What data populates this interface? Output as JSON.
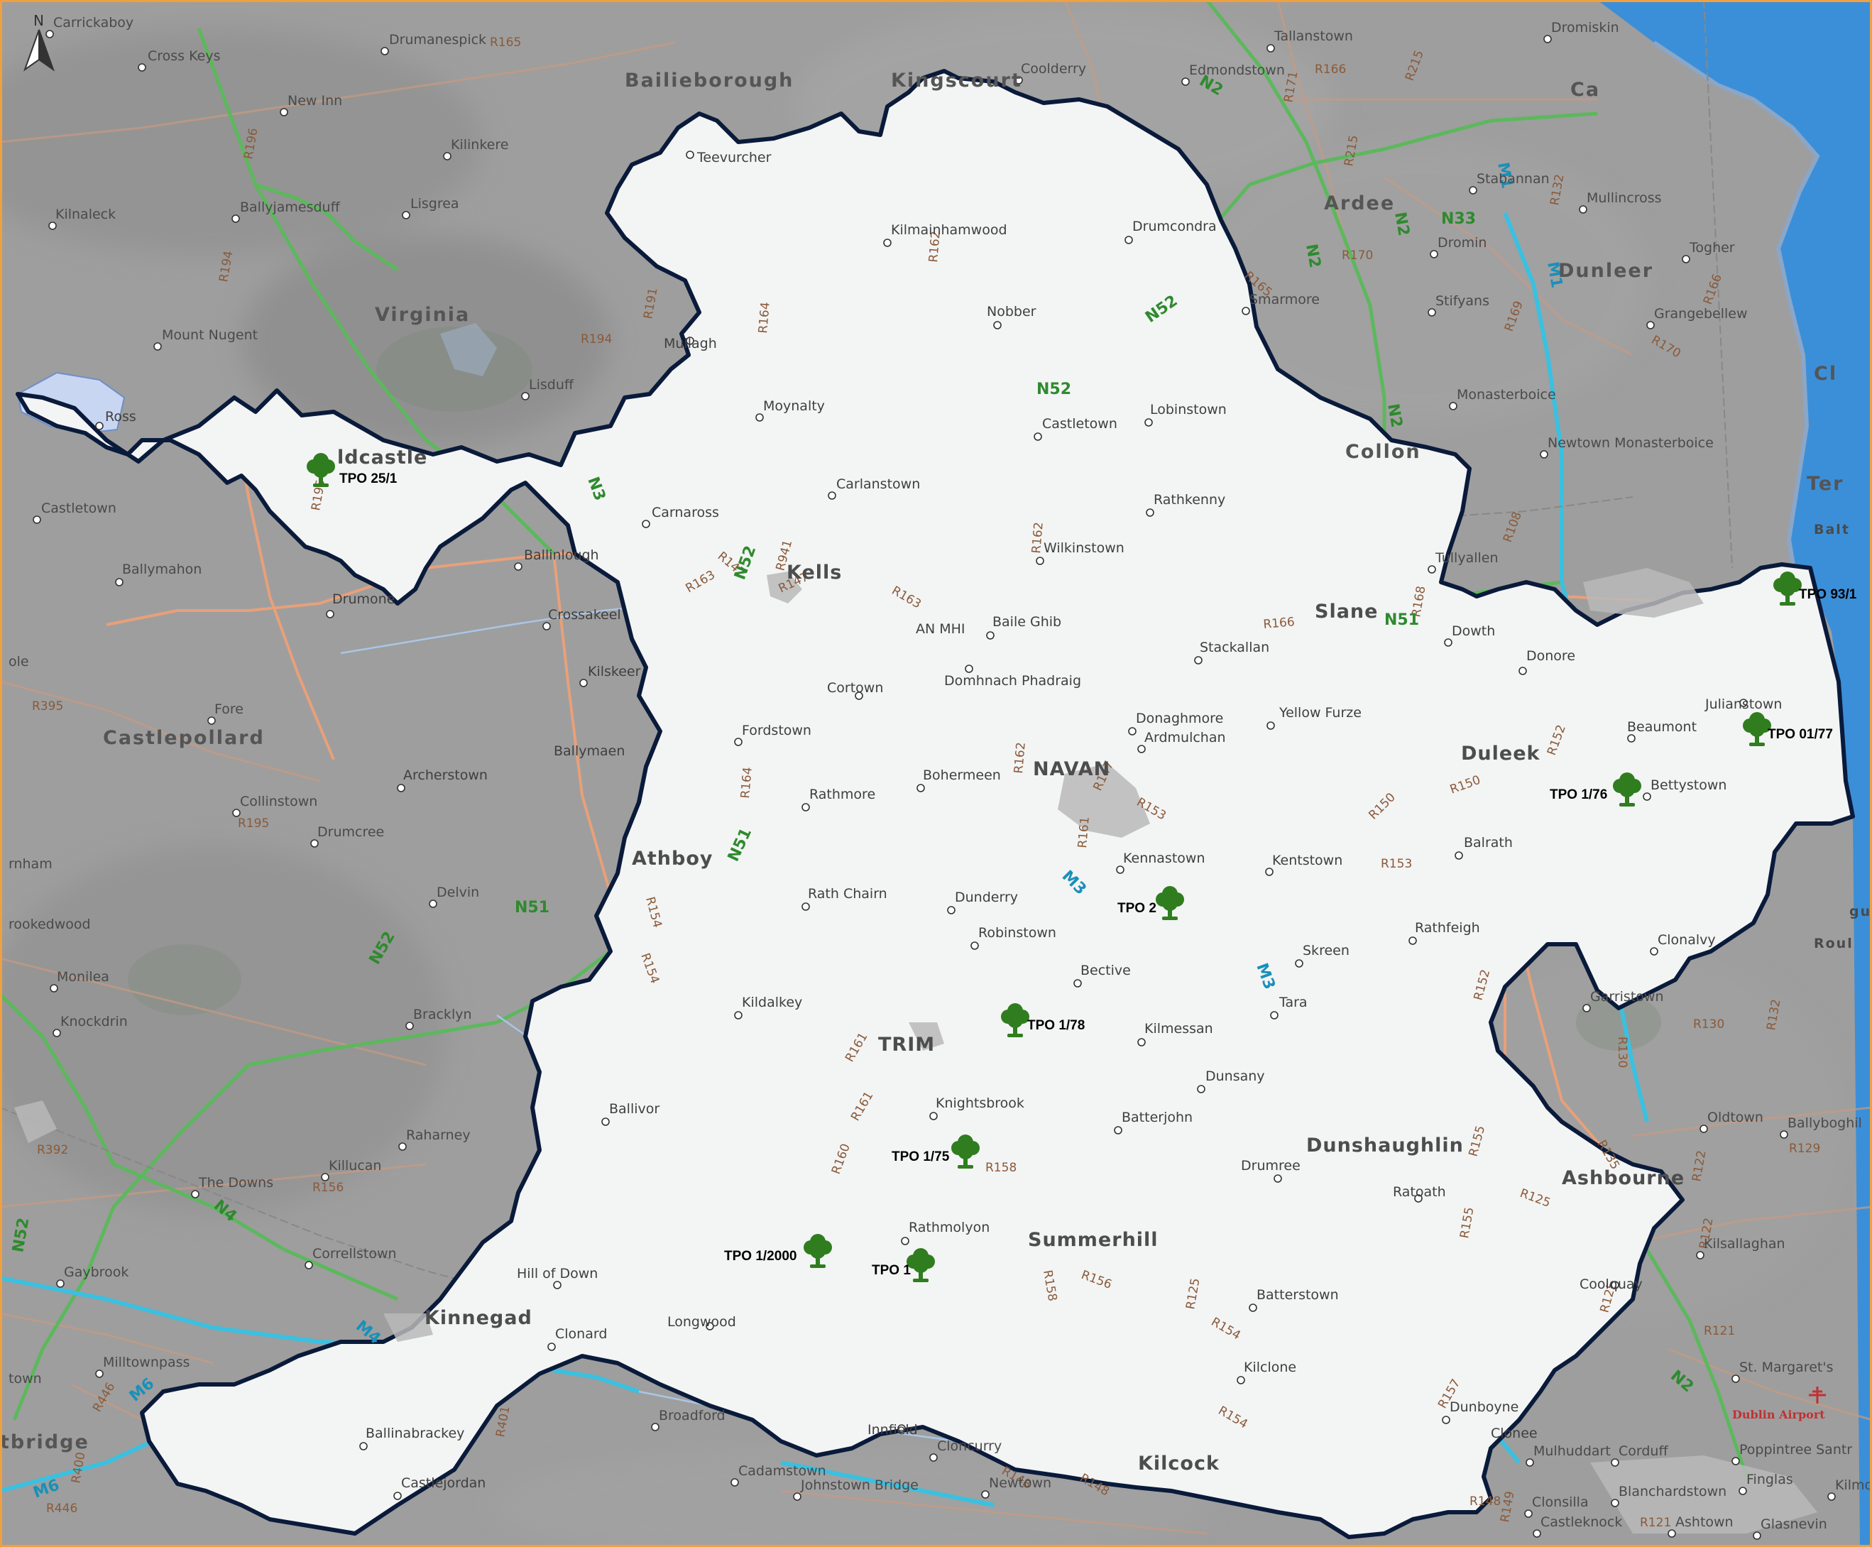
{
  "north_arrow": {
    "label": "N"
  },
  "colors": {
    "outside": "#9a9a9a",
    "inside": "#f4f5f5",
    "boundary": "#0a1a3a",
    "sea": "#3b8fd8",
    "lake": "#c9d6f2",
    "r_road": "#e8a07a",
    "n_road": "#5cb85c",
    "motorway": "#3bc0e0",
    "tree": "#2f7d1f",
    "railway": "#888888"
  },
  "tpo_markers": [
    {
      "id": "tpo-25-1",
      "label": "TPO 25/1"
    },
    {
      "id": "tpo-93-1",
      "label": "TPO 93/1"
    },
    {
      "id": "tpo-01-77",
      "label": "TPO 01/77"
    },
    {
      "id": "tpo-1-76",
      "label": "TPO 1/76"
    },
    {
      "id": "tpo-2",
      "label": "TPO 2"
    },
    {
      "id": "tpo-1-78",
      "label": "TPO 1/78"
    },
    {
      "id": "tpo-1-75",
      "label": "TPO 1/75"
    },
    {
      "id": "tpo-1-2000",
      "label": "TPO 1/2000"
    },
    {
      "id": "tpo-1",
      "label": "TPO 1"
    }
  ],
  "major_towns": [
    {
      "id": "kells",
      "label": "Kells"
    },
    {
      "id": "navan",
      "label": "NAVAN"
    },
    {
      "id": "trim",
      "label": "TRIM"
    },
    {
      "id": "athboy",
      "label": "Athboy"
    },
    {
      "id": "slane",
      "label": "Slane"
    },
    {
      "id": "duleek",
      "label": "Duleek"
    },
    {
      "id": "dunshaughlin",
      "label": "Dunshaughlin"
    },
    {
      "id": "ashbourne",
      "label": "Ashbourne"
    },
    {
      "id": "summerhill",
      "label": "Summerhill"
    },
    {
      "id": "kilcock",
      "label": "Kilcock"
    },
    {
      "id": "kinnegad",
      "label": "Kinnegad"
    },
    {
      "id": "bailieborough",
      "label": "Bailieborough"
    },
    {
      "id": "kingscourt",
      "label": "Kingscourt"
    },
    {
      "id": "ardee",
      "label": "Ardee"
    },
    {
      "id": "dunleer",
      "label": "Dunleer"
    },
    {
      "id": "virginia",
      "label": "Virginia"
    },
    {
      "id": "castlepollard",
      "label": "Castlepollard"
    },
    {
      "id": "collon",
      "label": "Collon"
    },
    {
      "id": "oldcastle",
      "label": "ldcastle"
    },
    {
      "id": "edenderry",
      "label": "tbridge"
    }
  ],
  "towns_inside": [
    {
      "id": "teevurcher",
      "label": "Teevurcher"
    },
    {
      "id": "kilmainhamwood",
      "label": "Kilmainhamwood"
    },
    {
      "id": "drumcondra",
      "label": "Drumcondra"
    },
    {
      "id": "nobber",
      "label": "Nobber"
    },
    {
      "id": "mullagh",
      "label": "Mullagh"
    },
    {
      "id": "moynalty",
      "label": "Moynalty"
    },
    {
      "id": "castletown",
      "label": "Castletown"
    },
    {
      "id": "lobinstown",
      "label": "Lobinstown"
    },
    {
      "id": "ross",
      "label": "Ross"
    },
    {
      "id": "carlanstown",
      "label": "Carlanstown"
    },
    {
      "id": "rathkenny",
      "label": "Rathkenny"
    },
    {
      "id": "carnaross",
      "label": "Carnaross"
    },
    {
      "id": "wilkinstown",
      "label": "Wilkinstown"
    },
    {
      "id": "ballinlough",
      "label": "Ballinlough"
    },
    {
      "id": "drumone",
      "label": "Drumone"
    },
    {
      "id": "crossakeel",
      "label": "Crossakeel"
    },
    {
      "id": "baile-ghib",
      "label": "Baile Ghib"
    },
    {
      "id": "an-mhi",
      "label": "AN MHI"
    },
    {
      "id": "kilskeer",
      "label": "Kilskeer"
    },
    {
      "id": "cortown",
      "label": "Cortown"
    },
    {
      "id": "domhnach-phadraig",
      "label": "Domhnach Phadraig"
    },
    {
      "id": "stackallan",
      "label": "Stackallan"
    },
    {
      "id": "dowth",
      "label": "Dowth"
    },
    {
      "id": "donore",
      "label": "Donore"
    },
    {
      "id": "julianstown",
      "label": "Julianstown"
    },
    {
      "id": "fordstown",
      "label": "Fordstown"
    },
    {
      "id": "donaghmore",
      "label": "Donaghmore"
    },
    {
      "id": "ardmulchan",
      "label": "Ardmulchan"
    },
    {
      "id": "yellow-furze",
      "label": "Yellow Furze"
    },
    {
      "id": "beaumont",
      "label": "Beaumont"
    },
    {
      "id": "archerstown",
      "label": "Archerstown"
    },
    {
      "id": "ballinameen",
      "label": "Ballymaen"
    },
    {
      "id": "bohermeen",
      "label": "Bohermeen"
    },
    {
      "id": "rathmore",
      "label": "Rathmore"
    },
    {
      "id": "bettystown",
      "label": "Bettystown"
    },
    {
      "id": "kennastown",
      "label": "Kennastown"
    },
    {
      "id": "kentstown",
      "label": "Kentstown"
    },
    {
      "id": "balrath",
      "label": "Balrath"
    },
    {
      "id": "rath-chairn",
      "label": "Rath Chairn"
    },
    {
      "id": "dunderry",
      "label": "Dunderry"
    },
    {
      "id": "robinstown",
      "label": "Robinstown"
    },
    {
      "id": "rathfeigh",
      "label": "Rathfeigh"
    },
    {
      "id": "skreen",
      "label": "Skreen"
    },
    {
      "id": "clonalvy",
      "label": "Clonalvy"
    },
    {
      "id": "bective",
      "label": "Bective"
    },
    {
      "id": "kildalkey",
      "label": "Kildalkey"
    },
    {
      "id": "tara",
      "label": "Tara"
    },
    {
      "id": "kilmessan",
      "label": "Kilmessan"
    },
    {
      "id": "dunsany",
      "label": "Dunsany"
    },
    {
      "id": "ballivor",
      "label": "Ballivor"
    },
    {
      "id": "knightsbrook",
      "label": "Knightsbrook"
    },
    {
      "id": "batterjohn",
      "label": "Batterjohn"
    },
    {
      "id": "drumree",
      "label": "Drumree"
    },
    {
      "id": "ratoath",
      "label": "Ratoath"
    },
    {
      "id": "rathmolyon",
      "label": "Rathmolyon"
    },
    {
      "id": "hill-of-down",
      "label": "Hill of Down"
    },
    {
      "id": "longwood",
      "label": "Longwood"
    },
    {
      "id": "clonard",
      "label": "Clonard"
    },
    {
      "id": "batterstown",
      "label": "Batterstown"
    },
    {
      "id": "coolquay",
      "label": "Coolquay"
    },
    {
      "id": "kilclone",
      "label": "Kilclone"
    },
    {
      "id": "ballinabrackey",
      "label": "Ballinabrackey"
    },
    {
      "id": "innfield",
      "label": "Innfield"
    },
    {
      "id": "dunboyne",
      "label": "Dunboyne"
    },
    {
      "id": "castlejordan",
      "label": "Castlejordan"
    },
    {
      "id": "clonee",
      "label": "Clonee"
    }
  ],
  "towns_outside": [
    {
      "id": "carrickaboy",
      "label": "Carrickaboy"
    },
    {
      "id": "drumanespick",
      "label": "Drumanespick"
    },
    {
      "id": "cross-keys",
      "label": "Cross Keys"
    },
    {
      "id": "tallanstown",
      "label": "Tallanstown"
    },
    {
      "id": "dromiskin",
      "label": "Dromiskin"
    },
    {
      "id": "edmondstown",
      "label": "Edmondstown"
    },
    {
      "id": "cooldery",
      "label": "Coolderry"
    },
    {
      "id": "new-inn",
      "label": "New Inn"
    },
    {
      "id": "kilinkere",
      "label": "Kilinkere"
    },
    {
      "id": "stabannan",
      "label": "Stabannan"
    },
    {
      "id": "mullincross",
      "label": "Mullincross"
    },
    {
      "id": "lisgrea",
      "label": "Lisgrea"
    },
    {
      "id": "kilnaleck",
      "label": "Kilnaleck"
    },
    {
      "id": "ballyjamesduff",
      "label": "Ballyjamesduff"
    },
    {
      "id": "dromin",
      "label": "Dromin"
    },
    {
      "id": "togher",
      "label": "Togher"
    },
    {
      "id": "smarmore",
      "label": "Smarmore"
    },
    {
      "id": "stifyans",
      "label": "Stifyans"
    },
    {
      "id": "grangebellew",
      "label": "Grangebellew"
    },
    {
      "id": "mount-nugent",
      "label": "Mount Nugent"
    },
    {
      "id": "lisduff",
      "label": "Lisduff"
    },
    {
      "id": "monasterboice",
      "label": "Monasterboice"
    },
    {
      "id": "newtown-monasterboice",
      "label": "Newtown Monasterboice"
    },
    {
      "id": "castletown-w",
      "label": "Castletown"
    },
    {
      "id": "tullyallen",
      "label": "Tullyallen"
    },
    {
      "id": "ballymahon",
      "label": "Ballymahon"
    },
    {
      "id": "fore",
      "label": "Fore"
    },
    {
      "id": "collinstown",
      "label": "Collinstown"
    },
    {
      "id": "drumcree",
      "label": "Drumcree"
    },
    {
      "id": "delvin",
      "label": "Delvin"
    },
    {
      "id": "rnham",
      "label": "rnham"
    },
    {
      "id": "crookedwood",
      "label": "rookedwood"
    },
    {
      "id": "monilea",
      "label": "Monilea"
    },
    {
      "id": "knockdrin",
      "label": "Knockdrin"
    },
    {
      "id": "bracklyn",
      "label": "Bracklyn"
    },
    {
      "id": "garristown",
      "label": "Garristown"
    },
    {
      "id": "raharney",
      "label": "Raharney"
    },
    {
      "id": "killucan",
      "label": "Killucan"
    },
    {
      "id": "the-downs",
      "label": "The Downs"
    },
    {
      "id": "oldtown",
      "label": "Oldtown"
    },
    {
      "id": "ballyboghil",
      "label": "Ballyboghil"
    },
    {
      "id": "correllstown",
      "label": "Correllstown"
    },
    {
      "id": "gaybrook",
      "label": "Gaybrook"
    },
    {
      "id": "kilsallaghan",
      "label": "Kilsallaghan"
    },
    {
      "id": "milltownpass",
      "label": "Milltownpass"
    },
    {
      "id": "st-margarets",
      "label": "St. Margaret's"
    },
    {
      "id": "broadford",
      "label": "Broadford"
    },
    {
      "id": "cadamstown",
      "label": "Cadamstown"
    },
    {
      "id": "johnstown-bridge",
      "label": "Johnstown Bridge"
    },
    {
      "id": "newtown",
      "label": "Newtown"
    },
    {
      "id": "cloncurry",
      "label": "Cloncurry"
    },
    {
      "id": "mulhuddart",
      "label": "Mulhuddart"
    },
    {
      "id": "corduff",
      "label": "Corduff"
    },
    {
      "id": "clonsilla",
      "label": "Clonsilla"
    },
    {
      "id": "blanchardstown",
      "label": "Blanchardstown"
    },
    {
      "id": "castleknock",
      "label": "Castleknock"
    },
    {
      "id": "ashtown",
      "label": "Ashtown"
    },
    {
      "id": "finglas",
      "label": "Finglas"
    },
    {
      "id": "kilmore",
      "label": "Kilmore"
    },
    {
      "id": "glasnevin",
      "label": "Glasnevin"
    },
    {
      "id": "poppintree",
      "label": "Poppintree Santr"
    },
    {
      "id": "ole",
      "label": "ole"
    },
    {
      "id": "town-w",
      "label": "town"
    }
  ],
  "road_labels": {
    "r": [
      "R165",
      "R166",
      "R215",
      "R171",
      "R196",
      "R215",
      "R194",
      "R191",
      "R170",
      "R132",
      "R169",
      "R170",
      "R194",
      "R165",
      "R164",
      "R162",
      "R166",
      "R195",
      "R147",
      "R163",
      "R163",
      "R168",
      "R166",
      "R150",
      "R395",
      "R164",
      "R152",
      "R153",
      "R150",
      "R195",
      "R154",
      "R161",
      "R153",
      "R154",
      "R152",
      "R130",
      "R132",
      "R130",
      "R392",
      "R161",
      "R161",
      "R160",
      "R158",
      "R156",
      "R125",
      "R158",
      "R156",
      "R135",
      "R155",
      "R155",
      "R154",
      "R122",
      "R129",
      "R125",
      "R121",
      "R122",
      "R108",
      "R157",
      "R125",
      "R401",
      "R446",
      "R400",
      "R446",
      "R148",
      "R148",
      "R149",
      "R121",
      "R148",
      "R154",
      "R147",
      "R162",
      "R941",
      "R147",
      "R162"
    ],
    "n": [
      "N2",
      "N33",
      "N2",
      "N52",
      "N52",
      "N3",
      "N52",
      "N51",
      "N51",
      "N51",
      "N52",
      "N4",
      "N52",
      "N2",
      "N2",
      "N2"
    ],
    "m": [
      "M1",
      "M1",
      "M3",
      "M3",
      "M6",
      "M4",
      "M6"
    ]
  },
  "airport": {
    "label": "Dublin Airport"
  },
  "cut_labels": [
    "Ca",
    "Cl",
    "Ter",
    "Balt",
    "Roul",
    "gul"
  ]
}
